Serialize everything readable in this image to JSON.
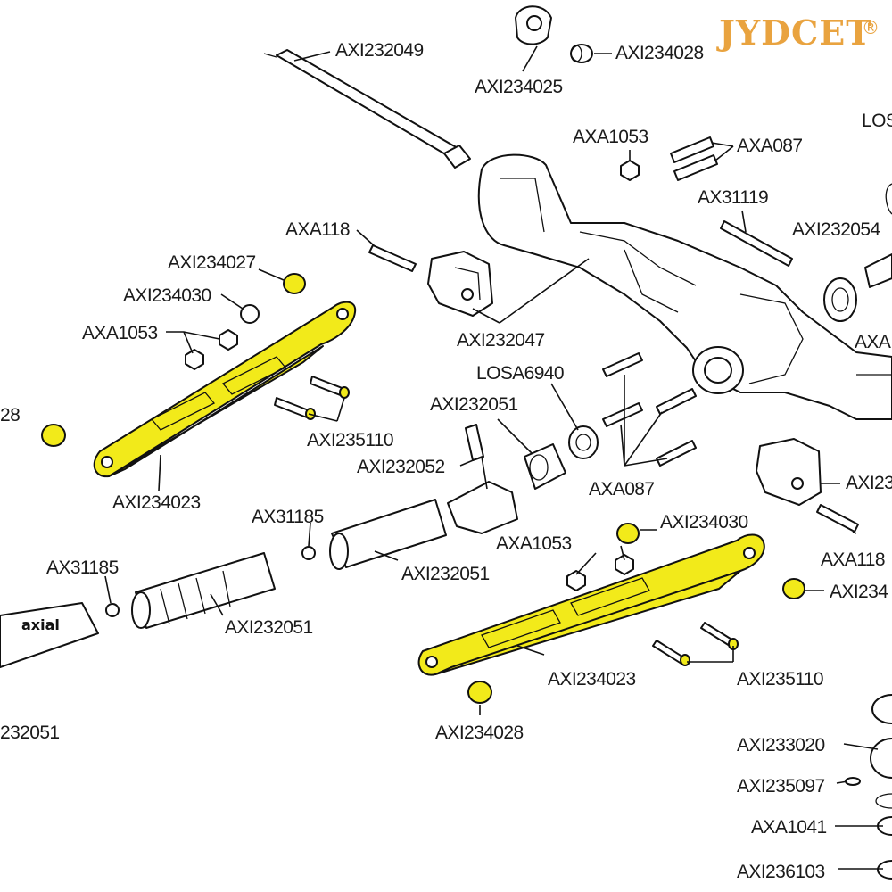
{
  "brand": {
    "name": "JYDCET",
    "mark": "®",
    "color": "#e9a33f"
  },
  "highlight_color": "#f2ea1a",
  "labels": {
    "axi232049": "AXI232049",
    "axi234028_top": "AXI234028",
    "axi234025": "AXI234025",
    "axa1053_top": "AXA1053",
    "axa087_top": "AXA087",
    "losa_cut": "LOS",
    "ax31119": "AX31119",
    "axa118_left": "AXA118",
    "axi232054": "AXI232054",
    "axi234027": "AXI234027",
    "axi234030_left": "AXI234030",
    "axa1053_left": "AXA1053",
    "axa_cut_right": "AXA",
    "axi232047": "AXI232047",
    "losa6940": "LOSA6940",
    "axi232051_a": "AXI232051",
    "axi235110_left": "AXI235110",
    "cut_28": "28",
    "axi232052": "AXI232052",
    "axa087_mid": "AXA087",
    "axi234023_left": "AXI234023",
    "axi232_cut_right": "AXI23",
    "axi234030_right": "AXI234030",
    "ax31185_a": "AX31185",
    "axa1053_right": "AXA1053",
    "axa118_right": "AXA118",
    "ax31185_b": "AX31185",
    "axi232051_b": "AXI232051",
    "axi234_cut_right": "AXI234",
    "axi232051_c": "AXI232051",
    "axi234023_right": "AXI234023",
    "axi235110_right": "AXI235110",
    "cut_232051": "232051",
    "axi234028_bottom": "AXI234028",
    "axi233020": "AXI233020",
    "axi235097": "AXI235097",
    "axa1041": "AXA1041",
    "axi236103": "AXI236103"
  }
}
